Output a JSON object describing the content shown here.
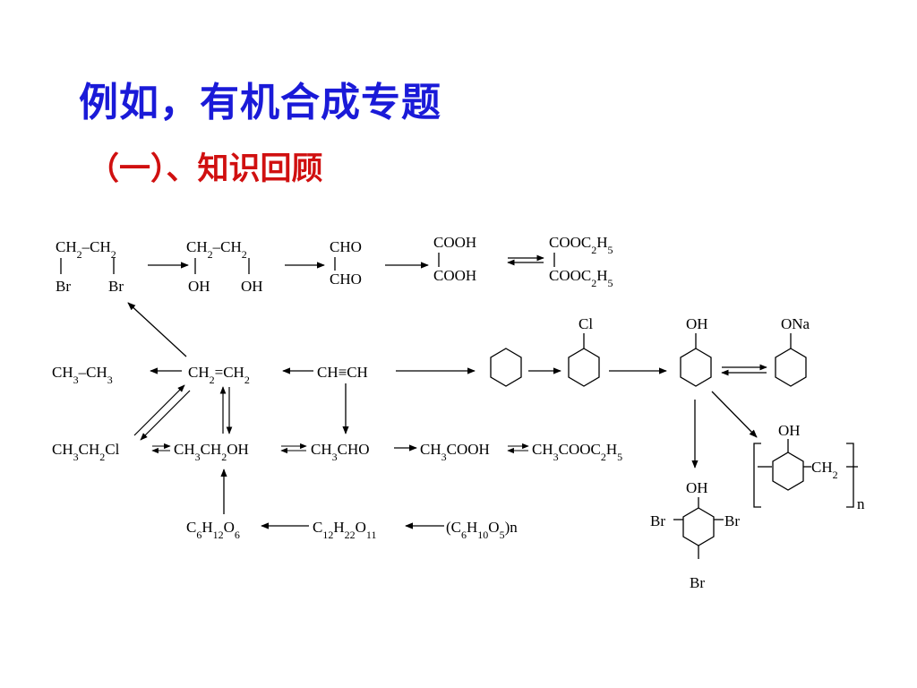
{
  "slide": {
    "title": "例如，有机合成专题",
    "subtitle": "（一）、知识回顾",
    "colors": {
      "title": "#1a1ad8",
      "subtitle": "#d01010"
    }
  },
  "diagram": {
    "row1": {
      "dibromoethane_top": "CH2–CH2",
      "dibromoethane_br1": "Br",
      "dibromoethane_br2": "Br",
      "glycol_top": "CH2–CH2",
      "glycol_oh1": "OH",
      "glycol_oh2": "OH",
      "glyoxal_1": "CHO",
      "glyoxal_2": "CHO",
      "oxalic_1": "COOH",
      "oxalic_2": "COOH",
      "ester_1": "COOC2H5",
      "ester_2": "COOC2H5"
    },
    "row2": {
      "ethane": "CH3–CH3",
      "ethylene": "CH2=CH2",
      "acetylene": "CH≡CH",
      "chlorobenzene_sub": "Cl",
      "phenol_sub": "OH",
      "phenoxide_sub": "ONa"
    },
    "row3": {
      "chloroethane": "CH3CH2Cl",
      "ethanol": "CH3CH2OH",
      "acetaldehyde": "CH3CHO",
      "acetic_acid": "CH3COOH",
      "ethyl_acetate": "CH3COOC2H5"
    },
    "resin": {
      "oh": "OH",
      "ch2": "CH2",
      "n": "n"
    },
    "tribromophenol": {
      "oh": "OH",
      "br_left": "Br",
      "br_right": "Br",
      "br_bottom": "Br"
    },
    "row4": {
      "glucose": "C6H12O6",
      "sucrose": "C12H22O11",
      "starch": "(C6H10O5)n"
    }
  }
}
